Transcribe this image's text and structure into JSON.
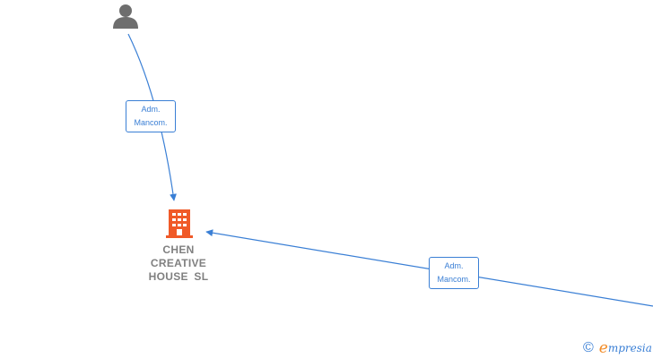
{
  "company": {
    "name_lines": [
      "CHEN",
      "CREATIVE",
      "HOUSE  SL"
    ]
  },
  "edges": [
    {
      "label_lines": [
        "Adm.",
        "Mancom."
      ]
    },
    {
      "label_lines": [
        "Adm.",
        "Mancom."
      ]
    }
  ],
  "brand": {
    "copyright_symbol": "©",
    "initial": "e",
    "rest": "mpresia"
  },
  "icons": {
    "person": "person-icon",
    "company": "building-icon"
  },
  "colors": {
    "edge": "#3a7fd5",
    "company_icon": "#f05a28",
    "person_icon": "#6e6e6e",
    "label_text": "#808080",
    "brand_e": "#f28c28"
  }
}
